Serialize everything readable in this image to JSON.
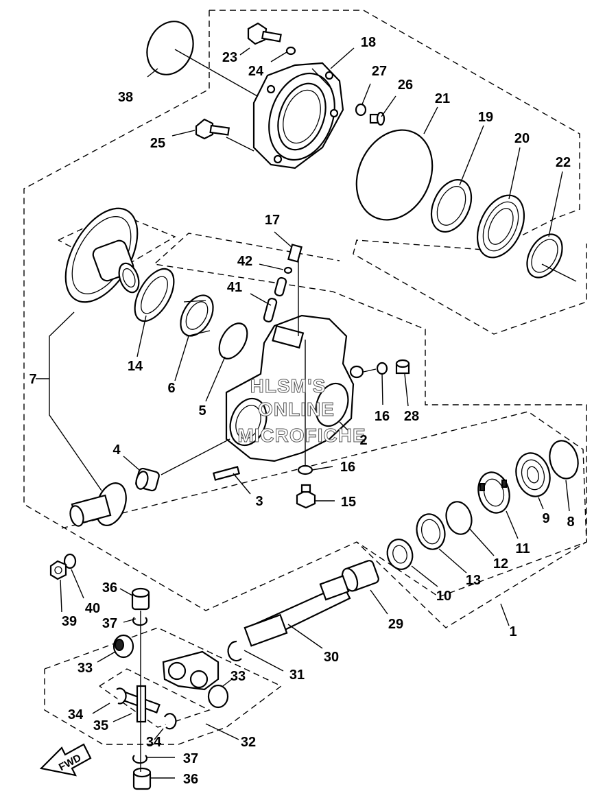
{
  "callouts": {
    "c1": "1",
    "c2": "2",
    "c3": "3",
    "c4": "4",
    "c5": "5",
    "c6": "6",
    "c7": "7",
    "c8": "8",
    "c9": "9",
    "c10": "10",
    "c11": "11",
    "c12": "12",
    "c13": "13",
    "c14": "14",
    "c15": "15",
    "c16a": "16",
    "c16b": "16",
    "c17": "17",
    "c18": "18",
    "c19": "19",
    "c20": "20",
    "c21": "21",
    "c22": "22",
    "c23": "23",
    "c24": "24",
    "c25": "25",
    "c26": "26",
    "c27": "27",
    "c28": "28",
    "c29": "29",
    "c30": "30",
    "c31": "31",
    "c32": "32",
    "c33a": "33",
    "c33b": "33",
    "c34a": "34",
    "c34b": "34",
    "c35": "35",
    "c36a": "36",
    "c36b": "36",
    "c37a": "37",
    "c37b": "37",
    "c38": "38",
    "c39": "39",
    "c40": "40",
    "c41": "41",
    "c42": "42"
  },
  "watermark": {
    "line1": "HLSM'S",
    "line2": "ONLINE",
    "line3": "MICROFICHE"
  },
  "direction_arrow": {
    "label": "FWD",
    "icon": "fwd-arrow-icon"
  }
}
